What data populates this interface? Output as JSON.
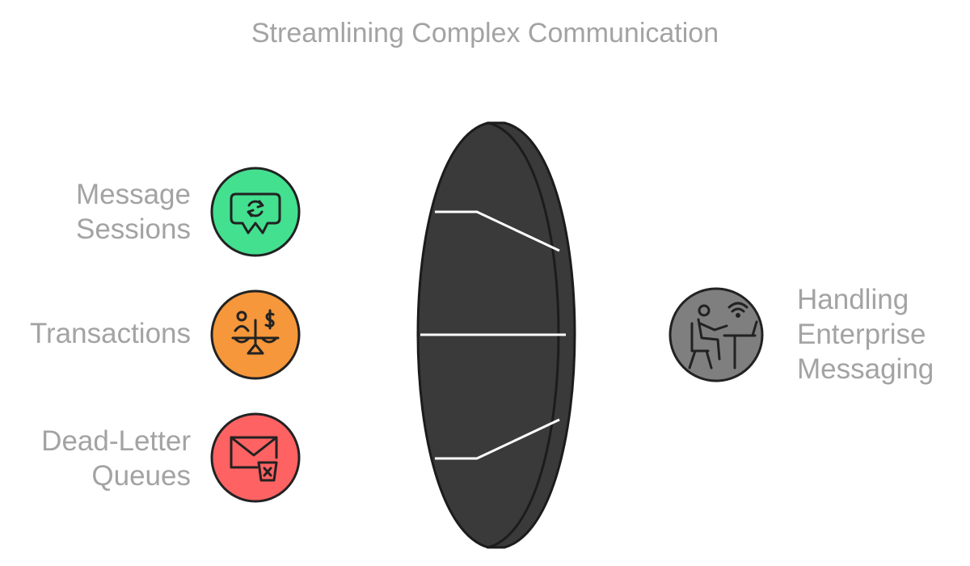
{
  "title": "Streamlining Complex Communication",
  "inputs": [
    {
      "lines": [
        "Message",
        "Sessions"
      ],
      "color": "#43e08f",
      "icon": "chat-refresh-icon"
    },
    {
      "lines": [
        "Transactions"
      ],
      "color": "#f5973a",
      "icon": "scale-money-icon"
    },
    {
      "lines": [
        "Dead-Letter",
        "Queues"
      ],
      "color": "#ff6262",
      "icon": "envelope-trash-icon"
    }
  ],
  "output": {
    "lines": [
      "Handling",
      "Enterprise",
      "Messaging"
    ],
    "color": "#7f7f7f",
    "icon": "person-laptop-icon"
  },
  "lens_color": "#3a3a3a"
}
